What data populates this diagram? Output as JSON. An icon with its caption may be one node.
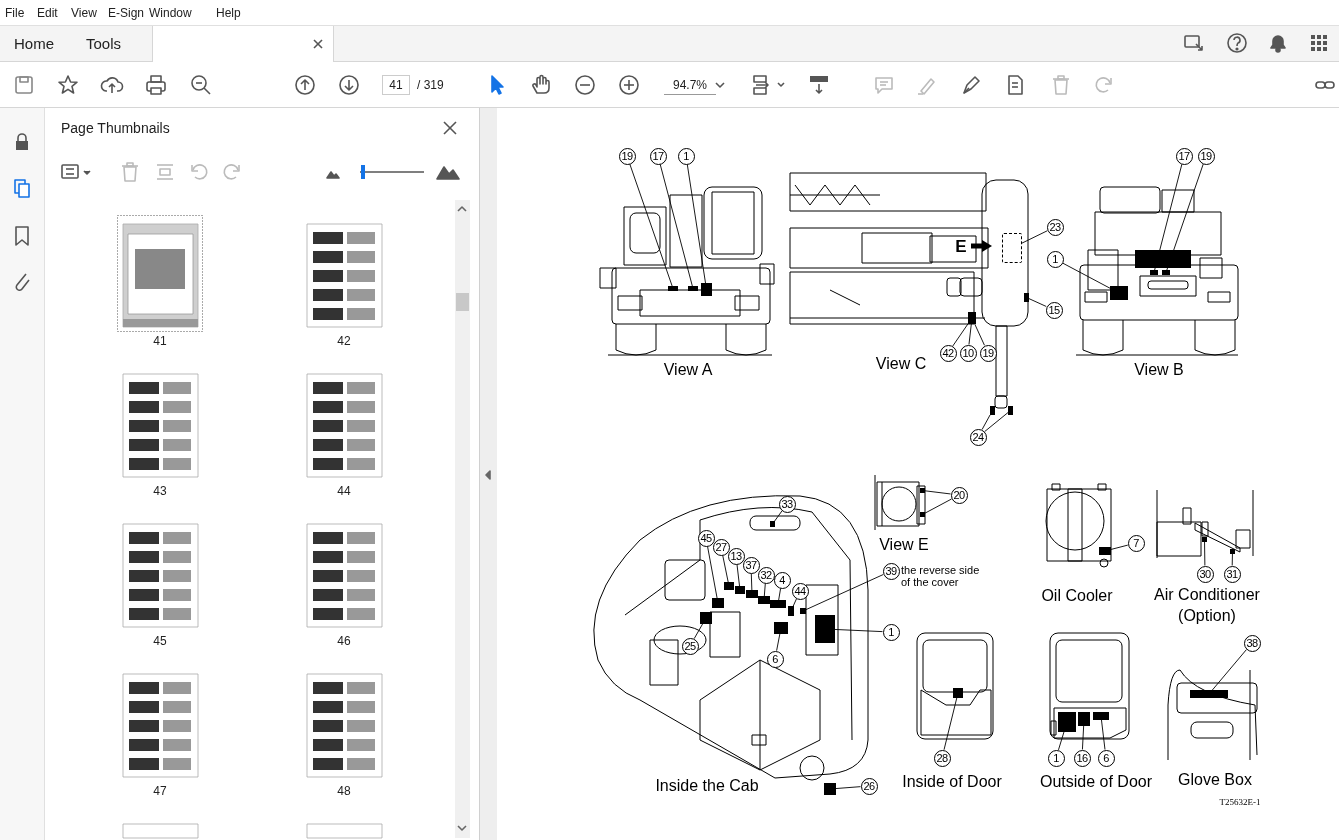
{
  "diagram": {
    "nodes": [
      {
        "text": [
          "19"
        ]
      },
      {
        "text": [
          "17"
        ]
      },
      {
        "text": [
          "1"
        ]
      },
      {
        "text": [
          "23"
        ]
      },
      {
        "text": [
          "15"
        ]
      },
      {
        "text": [
          "42"
        ]
      },
      {
        "text": [
          "10"
        ]
      },
      {
        "text": [
          "19"
        ]
      },
      {
        "text": [
          "24"
        ]
      },
      {
        "text": [
          "17"
        ]
      },
      {
        "text": [
          "19"
        ]
      },
      {
        "text": [
          "1"
        ]
      },
      {
        "text": [
          "33"
        ]
      },
      {
        "text": [
          "45"
        ]
      },
      {
        "text": [
          "27"
        ]
      },
      {
        "text": [
          "13"
        ]
      },
      {
        "text": [
          "37"
        ]
      },
      {
        "text": [
          "32"
        ]
      },
      {
        "text": [
          "4"
        ]
      },
      {
        "text": [
          "44"
        ]
      },
      {
        "text": [
          "39"
        ],
        "beside": [
          "the reverse side of the cover"
        ]
      },
      {
        "text": [
          "1"
        ]
      },
      {
        "text": [
          "25"
        ]
      },
      {
        "text": [
          "6"
        ]
      },
      {
        "text": [
          "26"
        ]
      },
      {
        "text": [
          "20"
        ]
      },
      {
        "text": [
          "7"
        ]
      },
      {
        "text": [
          "30"
        ]
      },
      {
        "text": [
          "31"
        ]
      },
      {
        "text": [
          "38"
        ]
      },
      {
        "text": [
          "28"
        ]
      },
      {
        "text": [
          "1"
        ]
      },
      {
        "text": [
          "16"
        ]
      },
      {
        "text": [
          "6"
        ]
      },
      {
        "text": [],
        "shape": "box"
      },
      {
        "text": [],
        "shape": "box"
      },
      {
        "text": [],
        "shape": "box"
      },
      {
        "text": [],
        "shape": "box"
      },
      {
        "text": [],
        "shape": "box"
      },
      {
        "text": [],
        "shape": "box"
      },
      {
        "text": [],
        "shape": "box"
      },
      {
        "text": [],
        "shape": "box"
      },
      {
        "text": [],
        "shape": "box"
      },
      {
        "text": [],
        "shape": "box"
      },
      {
        "text": [],
        "shape": "box"
      },
      {
        "text": [],
        "shape": "box"
      },
      {
        "text": [],
        "shape": "box"
      },
      {
        "text": [],
        "shape": "box"
      },
      {
        "text": [],
        "shape": "box"
      },
      {
        "text": [],
        "shape": "box"
      },
      {
        "text": [],
        "shape": "box"
      },
      {
        "text": [],
        "shape": "box"
      },
      {
        "text": [],
        "shape": "box"
      },
      {
        "text": [],
        "shape": "box"
      },
      {
        "text": [],
        "shape": "box"
      },
      {
        "text": [],
        "shape": "box"
      },
      {
        "text": [],
        "shape": "box"
      },
      {
        "text": [],
        "shape": "box"
      },
      {
        "text": [],
        "shape": "box"
      },
      {
        "text": [],
        "shape": "box"
      },
      {
        "text": [],
        "shape": "box"
      },
      {
        "text": [],
        "shape": "box"
      },
      {
        "text": [],
        "shape": "box"
      },
      {
        "text": [],
        "shape": "box"
      },
      {
        "text": [],
        "shape": "box"
      },
      {
        "text": [],
        "shape": "box"
      },
      {
        "text": [],
        "shape": "box"
      },
      {
        "text": [],
        "shape": "box"
      }
    ],
    "edges": [
      {
        "from": 0,
        "to": 34,
        "arrow": "none"
      },
      {
        "from": 1,
        "to": 35,
        "arrow": "none"
      },
      {
        "from": 2,
        "to": 36,
        "arrow": "none"
      },
      {
        "from": 3,
        "to": 37,
        "arrow": "none"
      },
      {
        "from": 4,
        "to": 38,
        "arrow": "none"
      },
      {
        "from": 5,
        "to": 39,
        "arrow": "none"
      },
      {
        "from": 6,
        "to": 39,
        "arrow": "none"
      },
      {
        "from": 7,
        "to": 39,
        "arrow": "none"
      },
      {
        "from": 8,
        "to": 40,
        "arrow": "none"
      },
      {
        "from": 8,
        "to": 41,
        "arrow": "none"
      },
      {
        "from": 9,
        "to": 42,
        "arrow": "none"
      },
      {
        "from": 10,
        "to": 43,
        "arrow": "none"
      },
      {
        "from": 11,
        "to": 44,
        "arrow": "none"
      },
      {
        "from": 12,
        "to": 45,
        "arrow": "none"
      },
      {
        "from": 13,
        "to": 46,
        "arrow": "none"
      },
      {
        "from": 14,
        "to": 47,
        "arrow": "none"
      },
      {
        "from": 15,
        "to": 48,
        "arrow": "none"
      },
      {
        "from": 16,
        "to": 49,
        "arrow": "none"
      },
      {
        "from": 17,
        "to": 50,
        "arrow": "none"
      },
      {
        "from": 18,
        "to": 51,
        "arrow": "none"
      },
      {
        "from": 19,
        "to": 52,
        "arrow": "none"
      },
      {
        "from": 20,
        "to": 53,
        "arrow": "none"
      },
      {
        "from": 21,
        "to": 54,
        "arrow": "none"
      },
      {
        "from": 22,
        "to": 55,
        "arrow": "none"
      },
      {
        "from": 23,
        "to": 56,
        "arrow": "none"
      },
      {
        "from": 24,
        "to": 57,
        "arrow": "none"
      },
      {
        "from": 25,
        "to": 58,
        "arrow": "none"
      },
      {
        "from": 25,
        "to": 59,
        "arrow": "none"
      },
      {
        "from": 26,
        "to": 60,
        "arrow": "none"
      },
      {
        "from": 27,
        "to": 61,
        "arrow": "none"
      },
      {
        "from": 28,
        "to": 62,
        "arrow": "none"
      },
      {
        "from": 29,
        "to": 63,
        "arrow": "none"
      },
      {
        "from": 30,
        "to": 64,
        "arrow": "none"
      },
      {
        "from": 31,
        "to": 65,
        "arrow": "none"
      },
      {
        "from": 32,
        "to": 66,
        "arrow": "none"
      },
      {
        "from": 33,
        "to": 67,
        "arrow": "none"
      }
    ],
    "labels": [
      "File",
      "Edit",
      "View",
      "E-Sign",
      "Window",
      "Help",
      "Home",
      "Tools",
      "41",
      "/ 319",
      "94.7%",
      "Page Thumbnails",
      "41",
      "42",
      "43",
      "44",
      "45",
      "46",
      "47",
      "48",
      "View A",
      "E",
      "View C",
      "View B",
      "View E",
      "Oil Cooler",
      "Air Conditioner (Option)",
      "Inside the Cab",
      "Inside of Door",
      "Outside of Door",
      "Glove Box",
      "T25632E-1"
    ]
  }
}
